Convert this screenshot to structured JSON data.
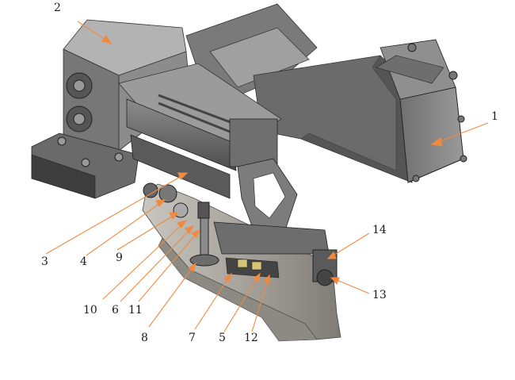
{
  "labels": {
    "l1": "1",
    "l2": "2",
    "l3": "3",
    "l4": "4",
    "l5": "5",
    "l6": "6",
    "l7": "7",
    "l8": "8",
    "l9": "9",
    "l10": "10",
    "l11": "11",
    "l12": "12",
    "l13": "13",
    "l14": "14"
  },
  "colors": {
    "leader_line": "#f08a40",
    "body_dark": "#5e5e5e",
    "body_mid": "#8a8a8a",
    "body_light": "#b9b9b9",
    "rail": "#9a968f"
  }
}
